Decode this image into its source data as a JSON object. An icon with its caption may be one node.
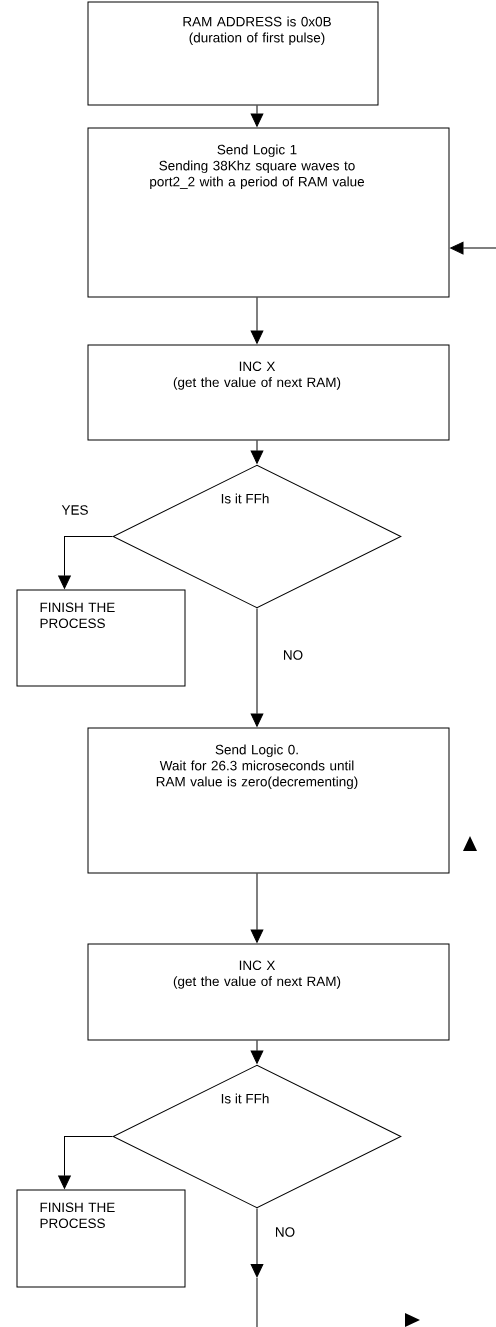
{
  "diagram": {
    "nodes": [
      {
        "text": [
          "RAM ADDRESS is 0x0B",
          "(duration of first pulse)"
        ]
      },
      {
        "text": [
          "Send Logic 1",
          "Sending 38Khz square waves to port2_2 with a period of RAM value"
        ]
      },
      {
        "text": [
          "INC X",
          "(get the value of next RAM)"
        ]
      },
      {
        "text": [
          "Is it FFh"
        ]
      },
      {
        "text": [
          "FINISH THE PROCESS"
        ]
      },
      {
        "text": [
          "Send Logic 0.",
          "Wait for 26.3 microseconds until RAM value is zero(decrementing)"
        ]
      },
      {
        "text": [
          "INC X",
          "(get the value of next RAM)"
        ]
      },
      {
        "text": [
          "Is it FFh"
        ]
      },
      {
        "text": [
          "FINISH THE PROCESS"
        ]
      }
    ],
    "edges": [
      {
        "from": 0,
        "to": 1,
        "arrow": "to"
      },
      {
        "from": null,
        "to": 1,
        "arrow": "to"
      },
      {
        "from": 1,
        "to": 2,
        "arrow": "to"
      },
      {
        "from": 2,
        "to": 3,
        "arrow": "to"
      },
      {
        "from": 3,
        "to": 4,
        "arrow": "to",
        "label": "YES"
      },
      {
        "from": 3,
        "to": 5,
        "arrow": "to",
        "label": "NO"
      },
      {
        "from": 5,
        "to": 6,
        "arrow": "to"
      },
      {
        "from": 6,
        "to": 7,
        "arrow": "to"
      },
      {
        "from": 7,
        "to": 8,
        "arrow": "to"
      },
      {
        "from": 7,
        "to": null,
        "arrow": "to",
        "label": "NO"
      }
    ]
  }
}
